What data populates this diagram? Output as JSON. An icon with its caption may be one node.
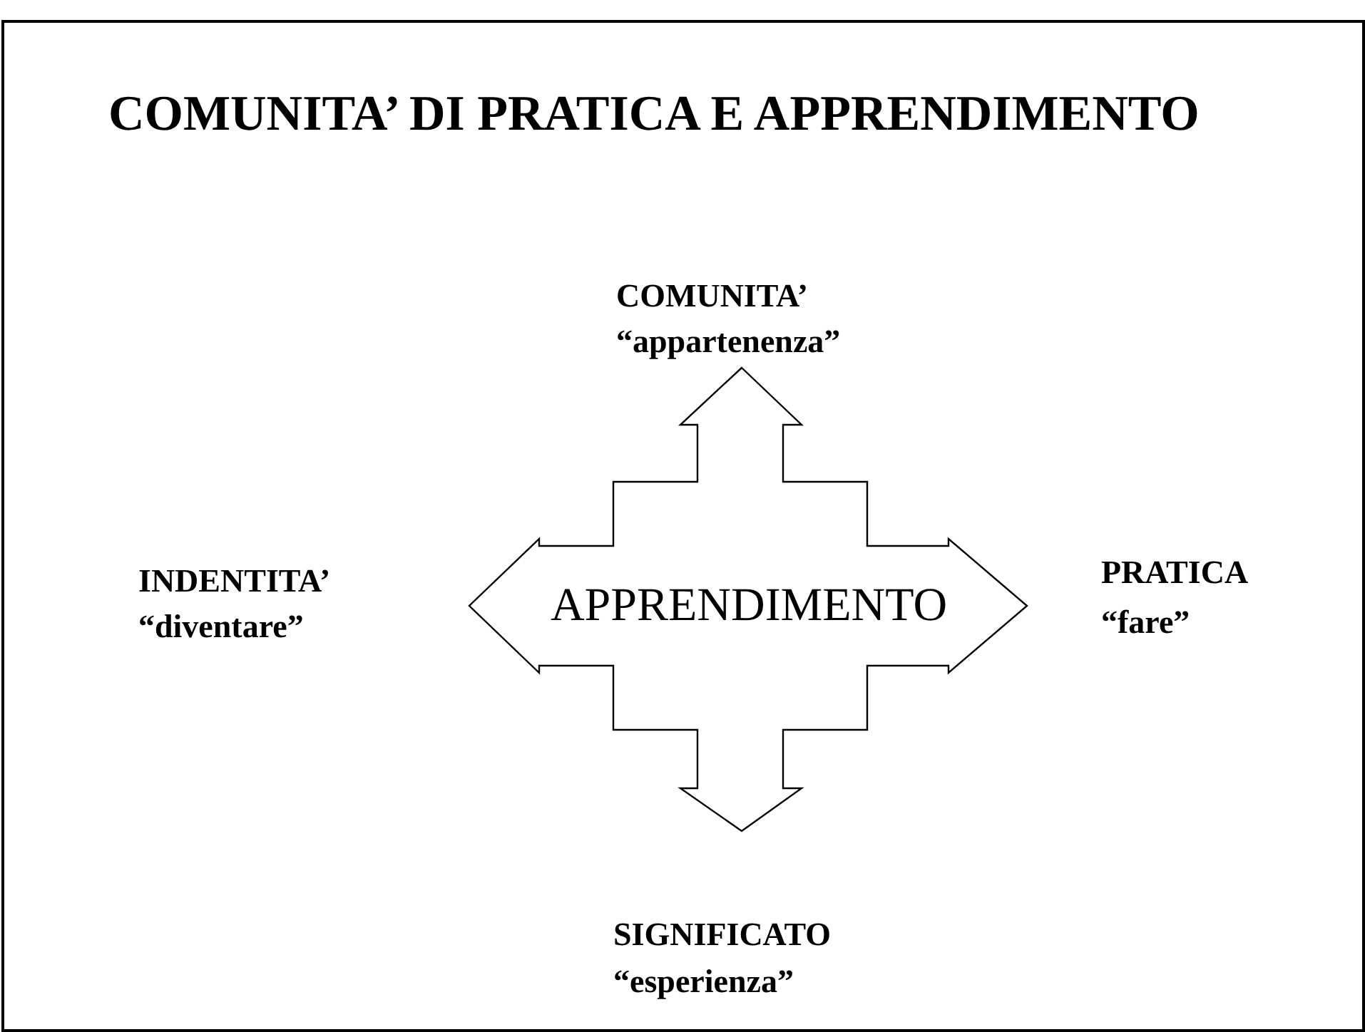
{
  "diagram": {
    "title": "COMUNITA’ DI PRATICA E APPRENDIMENTO",
    "nodes": [
      {
        "text": [
          "APPRENDIMENTO"
        ]
      }
    ],
    "edges": [],
    "labels": [
      "COMUNITA’",
      "“appartenenza”",
      "INDENTITA’",
      "“diventare”",
      "PRATICA",
      "“fare”",
      "SIGNIFICATO",
      "“esperienza”"
    ]
  }
}
